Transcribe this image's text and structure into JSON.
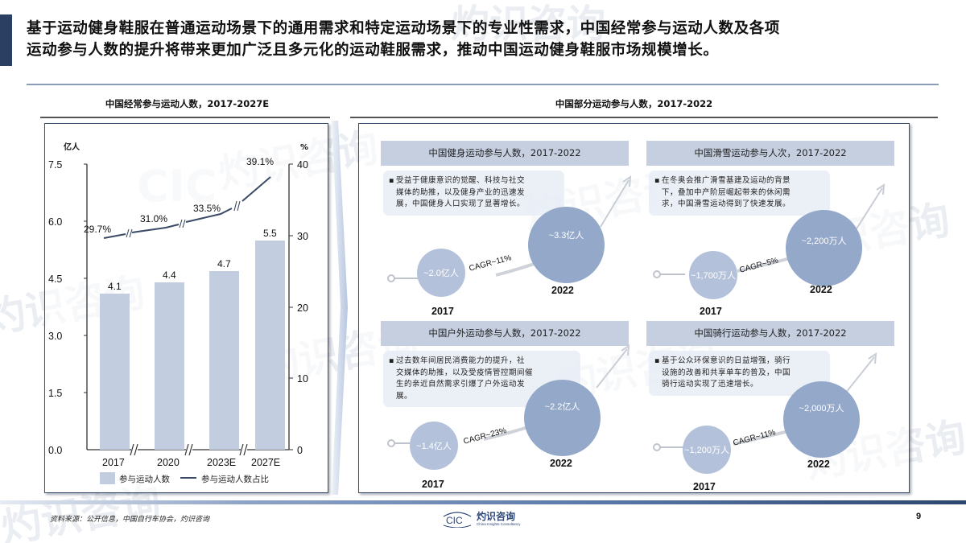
{
  "slide": {
    "headline": "基于运动健身鞋服在普通运动场景下的通用需求和特定运动场景下的专业性需求，中国经常参与运动人数及各项运动参与人数的提升将带来更加广泛且多元化的运动鞋服需求，推动中国运动健身鞋服市场规模增长。",
    "headline_line1": "基于运动健身鞋服在普通运动场景下的通用需求和特定运动场景下的专业性需求，中国经常参与运动人数及各项",
    "headline_line2": "运动参与人数的提升将带来更加广泛且多元化的运动鞋服需求，推动中国运动健身鞋服市场规模增长。",
    "page_number": "9"
  },
  "left_section": {
    "title": "中国经常参与运动人数，2017-2027E"
  },
  "right_section": {
    "title": "中国部分运动参与人数，2017-2022",
    "panels": [
      {
        "title": "中国健身运动参与人数，2017-2022",
        "bullet": "受益于健康意识的觉醒、科技与社交媒体的助推，以及健身产业的迅速发展，中国健身人口实现了显著增长。",
        "lines": [
          "受益于健康意识的觉醒、科技与社交",
          "媒体的助推，以及健身产业的迅速发",
          "展，中国健身人口实现了显著增长。"
        ],
        "start_year": "2017",
        "start_value": "~2.0亿人",
        "end_year": "2022",
        "end_value": "~3.3亿人",
        "cagr": "CAGR~11%"
      },
      {
        "title": "中国滑雪运动参与人次，2017-2022",
        "bullet": "在冬奥会推广滑雪基建及运动的背景下，叠加中产阶层崛起带来的休闲需求，中国滑雪运动得到了快速发展。",
        "lines": [
          "在冬奥会推广滑雪基建及运动的背景",
          "下，叠加中产阶层崛起带来的休闲需",
          "求，中国滑雪运动得到了快速发展。"
        ],
        "start_year": "2017",
        "start_value": "~1,700万人",
        "end_year": "2022",
        "end_value": "~2,200万人",
        "cagr": "CAGR~5%"
      },
      {
        "title": "中国户外运动参与人数，2017-2022",
        "bullet": "过去数年间居民消费能力的提升，社交媒体的助推，以及受疫情管控期间催生的亲近自然需求引爆了户外运动发展。",
        "lines": [
          "过去数年间居民消费能力的提升，社",
          "交媒体的助推，以及受疫情管控期间催",
          "生的亲近自然需求引爆了户外运动发",
          "展。"
        ],
        "start_year": "2017",
        "start_value": "~1.4亿人",
        "end_year": "2022",
        "end_value": "~2.2亿人",
        "cagr": "CAGR~23%"
      },
      {
        "title": "中国骑行运动参与人数，2017-2022",
        "bullet": "基于公众环保意识的日益增强，骑行设施的改善和共享单车的普及，中国骑行运动实现了迅速增长。",
        "lines": [
          "基于公众环保意识的日益增强，骑行",
          "设施的改善和共享单车的普及，中国",
          "骑行运动实现了迅速增长。"
        ],
        "start_year": "2017",
        "start_value": "~1,200万人",
        "end_year": "2022",
        "end_value": "~2,000万人",
        "cagr": "CAGR~11%"
      }
    ]
  },
  "footer": {
    "source": "资料来源：公开信息，中国自行车协会，灼识咨询",
    "logo_mark": "CIC",
    "logo_cn": "灼识咨询",
    "logo_en": "China Insights Consultancy"
  },
  "watermark": {
    "mark": "CIC",
    "cn": "灼识咨询",
    "en": "China Insights Consultancy"
  },
  "chart_data": [
    {
      "type": "bar",
      "title": "中国经常参与运动人数，2017-2027E",
      "categories": [
        "2017",
        "2020",
        "2023E",
        "2027E"
      ],
      "series": [
        {
          "name": "参与运动人数",
          "axis": "left",
          "unit": "亿人",
          "values": [
            4.1,
            4.4,
            4.7,
            5.5
          ],
          "color": "#c2cde0"
        },
        {
          "name": "参与运动人数占比",
          "axis": "right",
          "unit": "%",
          "type": "line",
          "values": [
            29.7,
            31.0,
            33.5,
            39.1
          ],
          "color": "#3a4a66"
        }
      ],
      "value_labels_bar": [
        "4.1",
        "4.4",
        "4.7",
        "5.5"
      ],
      "value_labels_line": [
        "29.7%",
        "31.0%",
        "33.5%",
        "39.1%"
      ],
      "ylabel_left": "亿人",
      "ylabel_right": "%",
      "yticks_left": [
        "0.0",
        "1.5",
        "3.0",
        "4.5",
        "6.0",
        "7.5"
      ],
      "yticks_right": [
        "0",
        "10",
        "20",
        "30",
        "40"
      ],
      "ylim_left": [
        0,
        7.5
      ],
      "ylim_right": [
        0,
        40
      ],
      "axis_breaks": true,
      "legend": [
        "参与运动人数",
        "参与运动人数占比"
      ],
      "legend_position": "bottom",
      "grid": false
    },
    {
      "type": "scatter",
      "title": "中国部分运动参与人数，2017-2022",
      "note": "bubble comparisons 2017 vs 2022",
      "series": [
        {
          "name": "健身",
          "unit": "亿人",
          "x": [
            "2017",
            "2022"
          ],
          "values": [
            2.0,
            3.3
          ],
          "cagr": "~11%"
        },
        {
          "name": "滑雪",
          "unit": "万人次",
          "x": [
            "2017",
            "2022"
          ],
          "values": [
            1700,
            2200
          ],
          "cagr": "~5%"
        },
        {
          "name": "户外",
          "unit": "亿人",
          "x": [
            "2017",
            "2022"
          ],
          "values": [
            1.4,
            2.2
          ],
          "cagr": "~23%"
        },
        {
          "name": "骑行",
          "unit": "万人",
          "x": [
            "2017",
            "2022"
          ],
          "values": [
            1200,
            2000
          ],
          "cagr": "~11%"
        }
      ]
    }
  ]
}
